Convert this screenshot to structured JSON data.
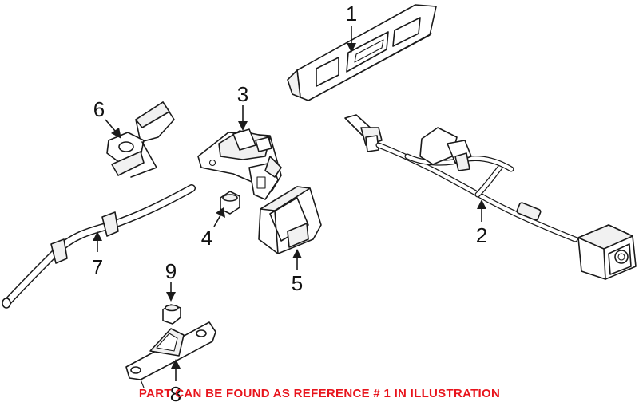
{
  "callouts": {
    "c1": "1",
    "c2": "2",
    "c3": "3",
    "c4": "4",
    "c5": "5",
    "c6": "6",
    "c7": "7",
    "c8": "8",
    "c9": "9"
  },
  "footnote": {
    "text": "PART CAN BE FOUND AS REFERENCE # 1 IN ILLUSTRATION",
    "color": "#e8141c"
  }
}
